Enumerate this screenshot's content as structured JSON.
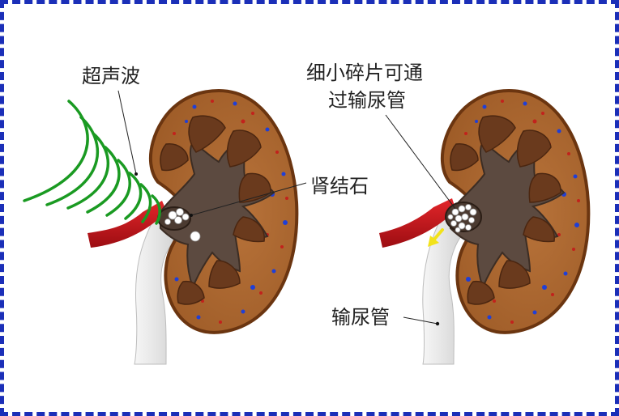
{
  "labels": {
    "ultrasound": "超声波",
    "fragments_line1": "细小碎片可通",
    "fragments_line2": "过输尿管",
    "kidney_stone": "肾结石",
    "ureter": "输尿管"
  },
  "colors": {
    "frame": "#1b2fb8",
    "kidney_outer": "#b06a2f",
    "kidney_edge": "#7a3e12",
    "cortex_dot_red": "#c2221c",
    "cortex_dot_blue": "#1f3fd6",
    "pyramid": "#6a3a1d",
    "pelvis": "#5c4a40",
    "artery": "#c8151b",
    "ureter": "#e9e9e9",
    "wave": "#1a9a22",
    "stone": "#ffffff",
    "arrow": "#f2e21a"
  }
}
